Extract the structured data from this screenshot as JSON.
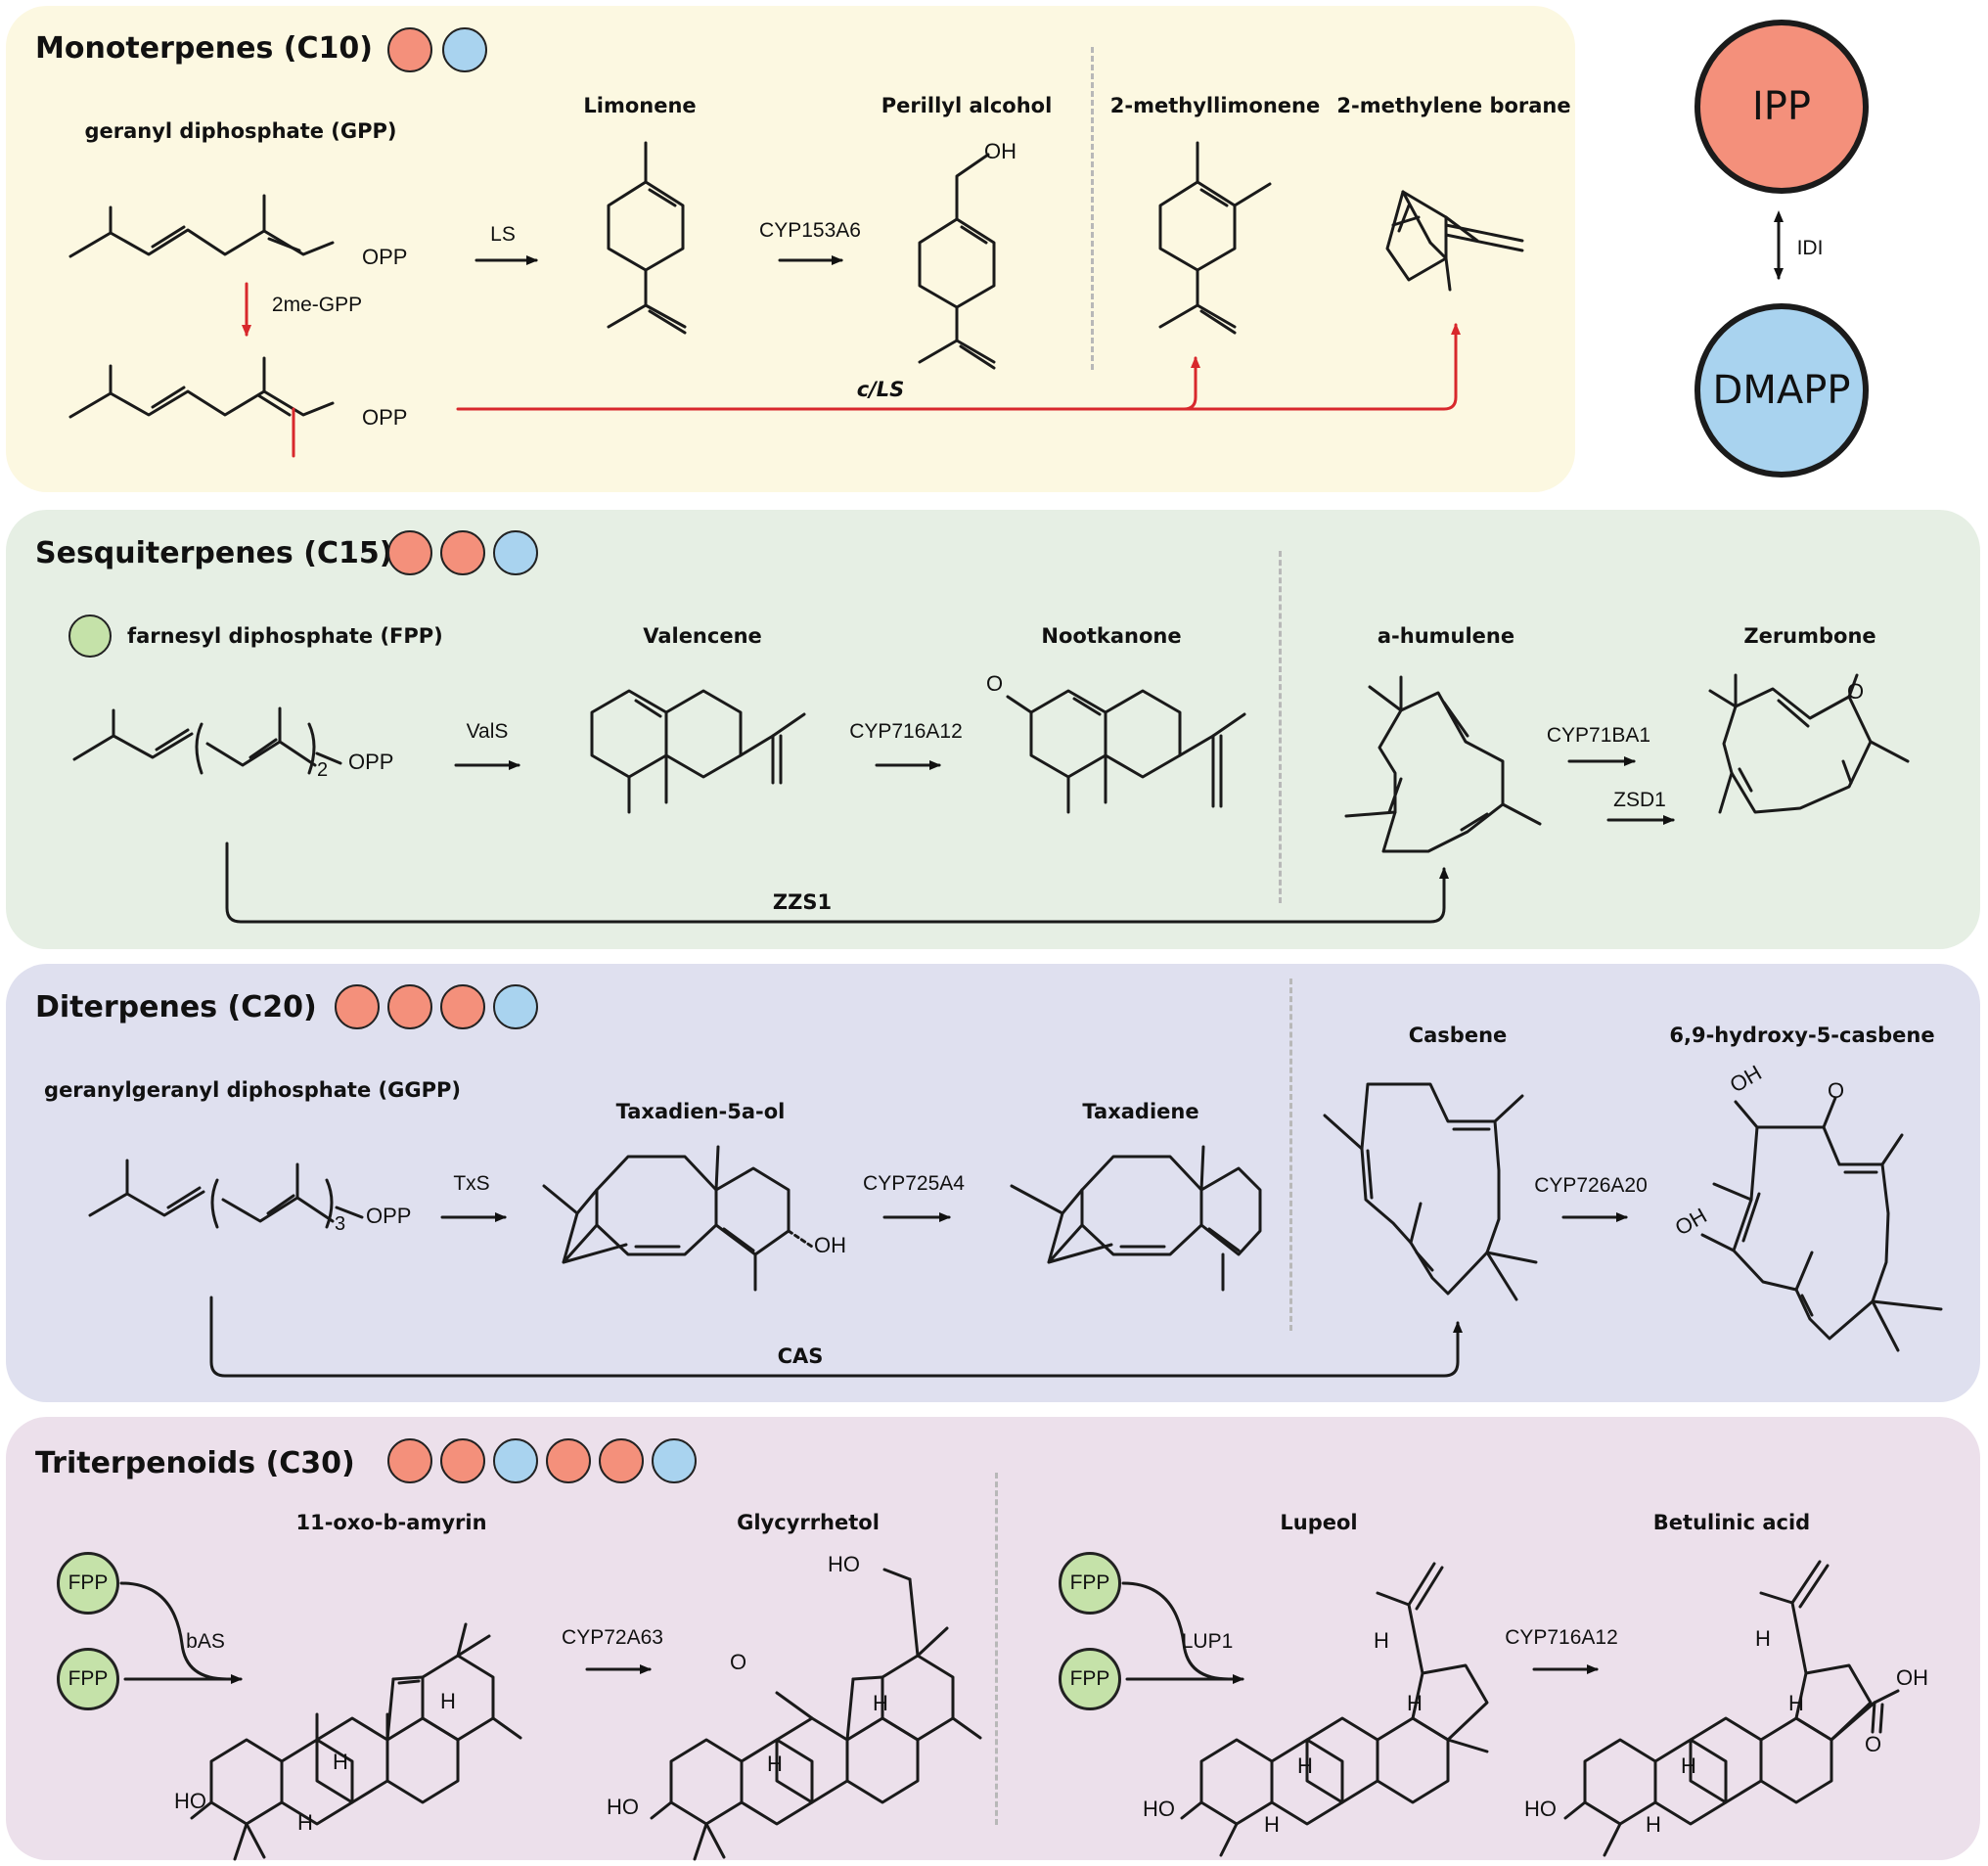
{
  "colors": {
    "ipp": "#f4907b",
    "dmapp": "#a9d3ef",
    "fpp_green": "#c5e2a9",
    "mono_bg": "#fcf8e1",
    "sesq_bg": "#e6efe4",
    "di_bg": "#dfe0ef",
    "tri_bg": "#ece0eb",
    "red_arrow": "#d8282c"
  },
  "legend": {
    "ipp": "IPP",
    "dmapp": "DMAPP",
    "idi": "IDI"
  },
  "mono": {
    "title": "Monoterpenes (C10)",
    "gpp": "geranyl diphosphate (GPP)",
    "me_gpp": "2me-GPP",
    "opp1": "OPP",
    "opp2": "OPP",
    "ls": "LS",
    "limonene": "Limonene",
    "cyp": "CYP153A6",
    "perillyl": "Perillyl alcohol",
    "oh": "OH",
    "methyllimonene": "2-methyllimonene",
    "methyleneborane": "2-methylene borane",
    "cls": "c/LS"
  },
  "sesq": {
    "title": "Sesquiterpenes (C15)",
    "fpp": "farnesyl diphosphate (FPP)",
    "sub": "2",
    "opp": "OPP",
    "vals": "ValS",
    "valencene": "Valencene",
    "cyp": "CYP716A12",
    "nootkanone": "Nootkanone",
    "o": "O",
    "humulene": "a-humulene",
    "cyp71": "CYP71BA1",
    "zsd1": "ZSD1",
    "zerumbone": "Zerumbone",
    "o2": "O",
    "zzs1": "ZZS1"
  },
  "di": {
    "title": "Diterpenes (C20)",
    "ggpp": "geranylgeranyl diphosphate (GGPP)",
    "sub": "3",
    "opp": "OPP",
    "txs": "TxS",
    "taxadienol": "Taxadien-5a-ol",
    "oh": "OH",
    "cyp725": "CYP725A4",
    "taxadiene": "Taxadiene",
    "casbene": "Casbene",
    "cyp726": "CYP726A20",
    "hydroxycasbene": "6,9-hydroxy-5-casbene",
    "oh_a": "OH",
    "o_a": "O",
    "oh_b": "OH",
    "cas": "CAS"
  },
  "tri": {
    "title": "Triterpenoids (C30)",
    "fpp": "FPP",
    "bas": "bAS",
    "oxo": "11-oxo-b-amyrin",
    "cyp72": "CYP72A63",
    "glyc": "Glycyrrhetol",
    "lup1": "LUP1",
    "lupeol": "Lupeol",
    "cyp716": "CYP716A12",
    "betulinic": "Betulinic acid",
    "ho": "HO",
    "h": "H",
    "o": "O",
    "oh": "OH"
  }
}
